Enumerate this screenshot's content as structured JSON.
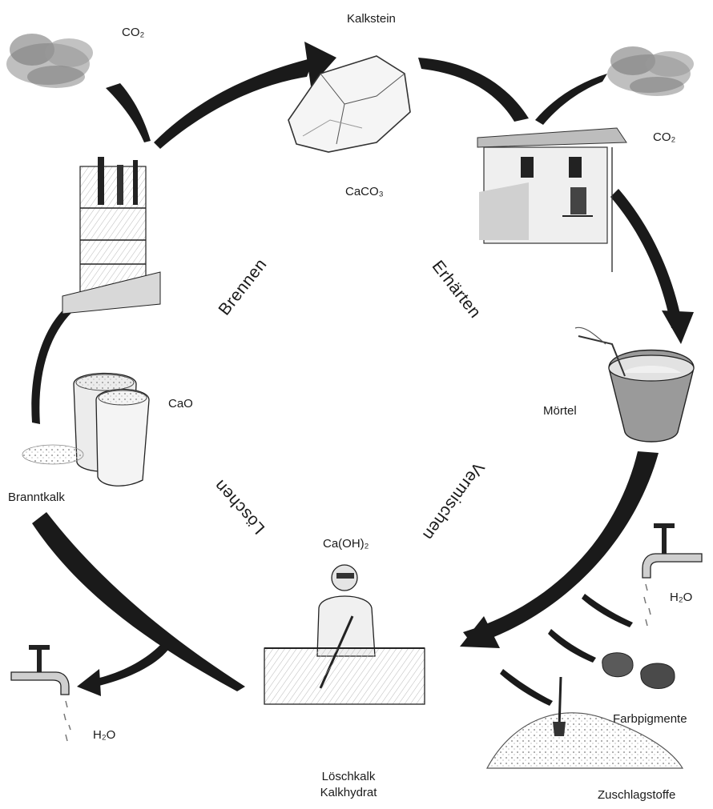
{
  "labels": {
    "kalkstein": "Kalkstein",
    "caco3": "CaCO₃",
    "co2_left": "CO₂",
    "co2_right": "CO₂",
    "cao": "CaO",
    "branntkalk": "Branntkalk",
    "moertel": "Mörtel",
    "caoh2": "Ca(OH)₂",
    "h2o_left": "H₂O",
    "h2o_right": "H₂O",
    "farbpigmente": "Farbpigmente",
    "zuschlagstoffe": "Zuschlagstoffe",
    "loeschkalk": "Löschkalk",
    "kalkhydrat": "Kalkhydrat"
  },
  "processes": {
    "brennen": "Brennen",
    "erhaerten": "Erhärten",
    "loeschen": "Löschen",
    "vermischen": "Vermischen"
  },
  "colors": {
    "ink": "#1a1a1a",
    "smoke": "#8a8a8a",
    "sketch": "#c8c8c8",
    "paper": "#ffffff"
  }
}
